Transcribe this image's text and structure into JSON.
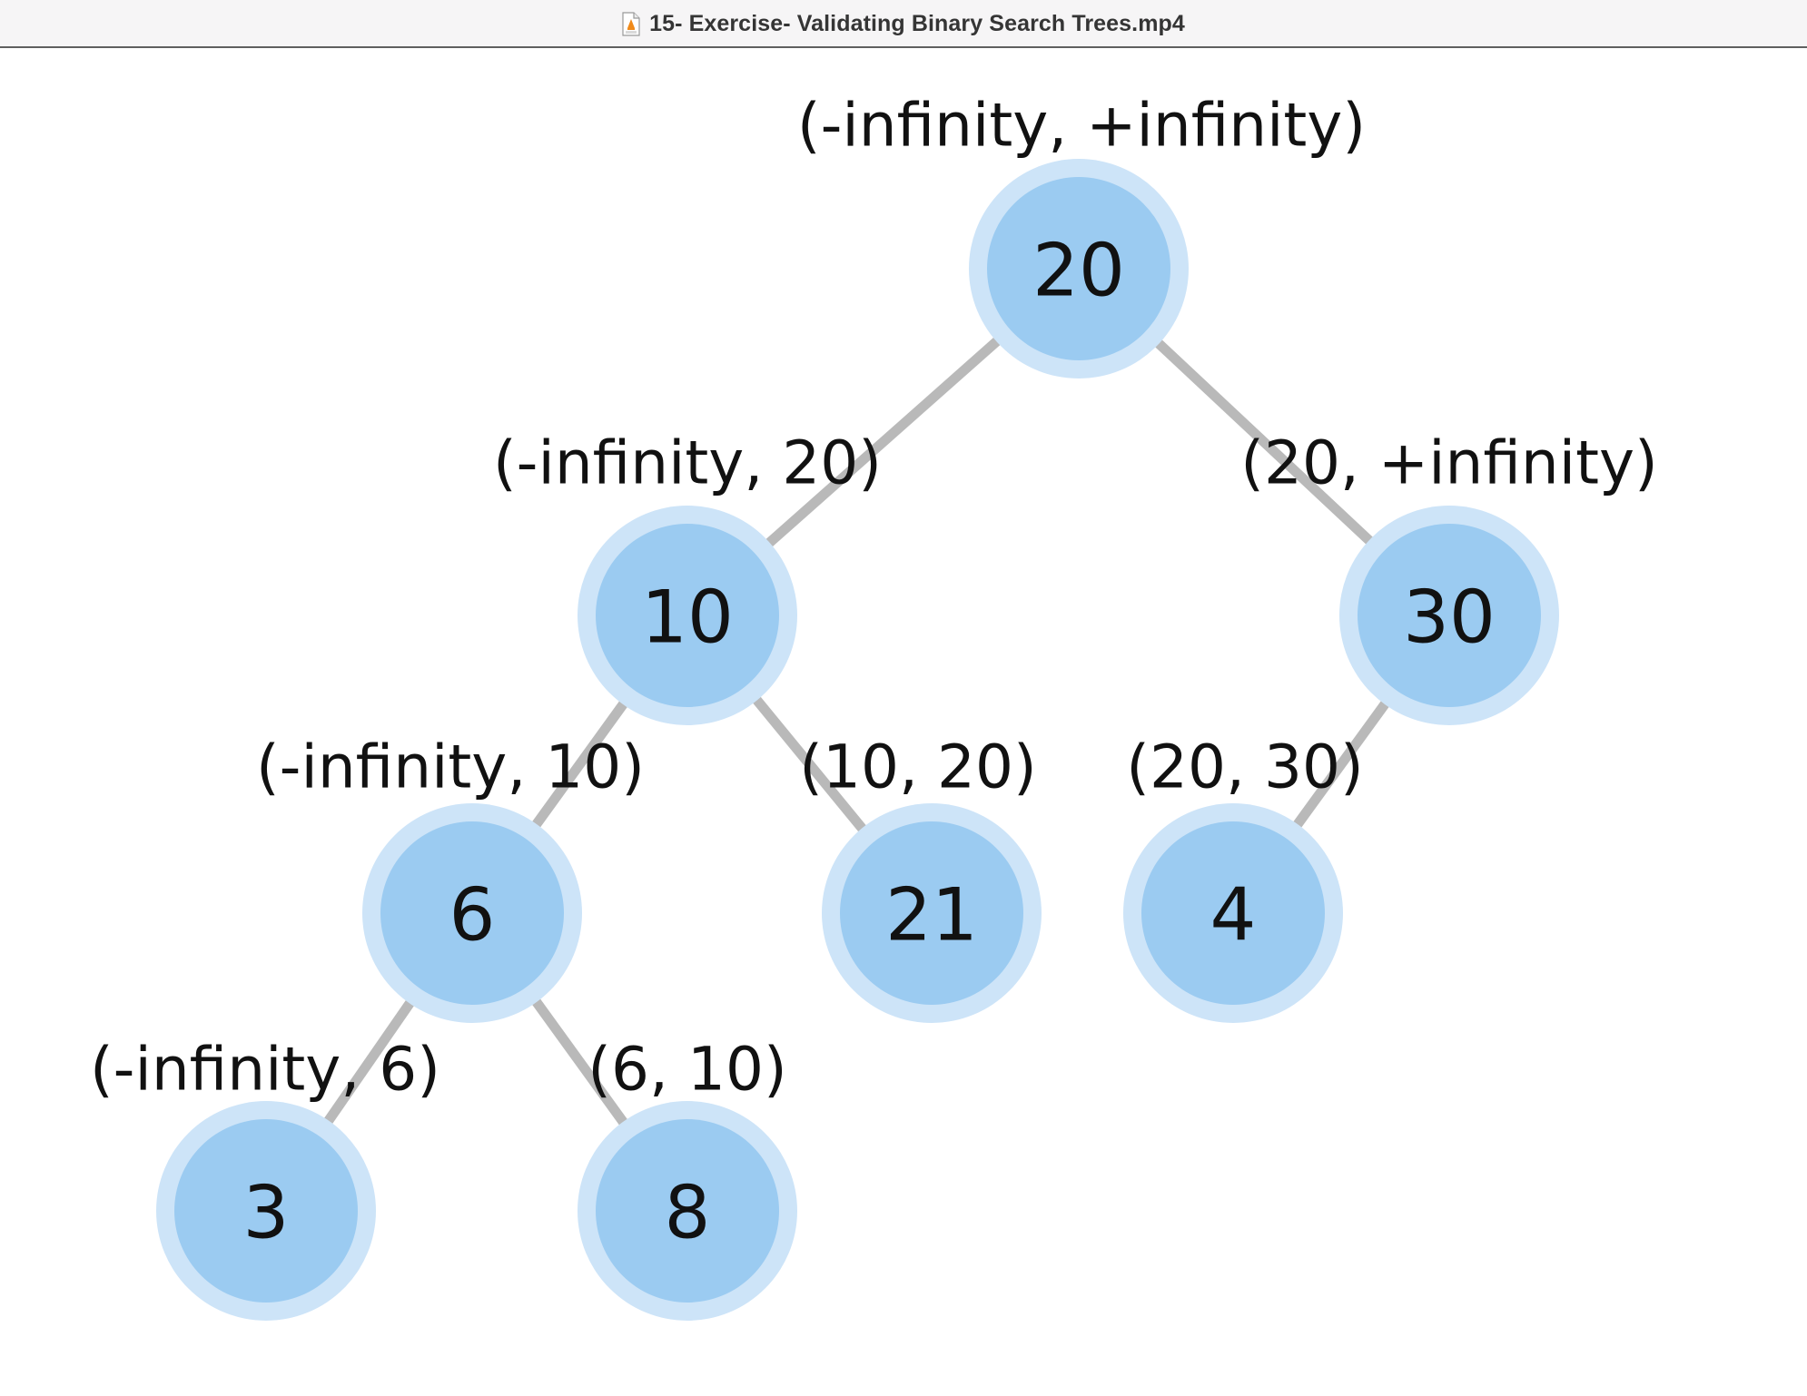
{
  "window": {
    "title": "15- Exercise- Validating Binary Search Trees.mp4",
    "file_icon": "video-file-icon"
  },
  "tree": {
    "nodes": [
      {
        "id": "n20",
        "value": "20",
        "range": "(-infinity, +infinity)"
      },
      {
        "id": "n10",
        "value": "10",
        "range": "(-infinity, 20)"
      },
      {
        "id": "n30",
        "value": "30",
        "range": "(20, +infinity)"
      },
      {
        "id": "n6",
        "value": "6",
        "range": "(-infinity, 10)"
      },
      {
        "id": "n21",
        "value": "21",
        "range": "(10, 20)"
      },
      {
        "id": "n4",
        "value": "4",
        "range": "(20, 30)"
      },
      {
        "id": "n3",
        "value": "3",
        "range": "(-infinity, 6)"
      },
      {
        "id": "n8",
        "value": "8",
        "range": "(6, 10)"
      }
    ],
    "edges": [
      [
        "n20",
        "n10"
      ],
      [
        "n20",
        "n30"
      ],
      [
        "n10",
        "n6"
      ],
      [
        "n10",
        "n21"
      ],
      [
        "n30",
        "n4"
      ],
      [
        "n6",
        "n3"
      ],
      [
        "n6",
        "n8"
      ]
    ]
  },
  "colors": {
    "node_fill": "#9bcbf1",
    "node_halo": "#cde4f8",
    "edge": "#b9b9b9",
    "text": "#111111"
  }
}
